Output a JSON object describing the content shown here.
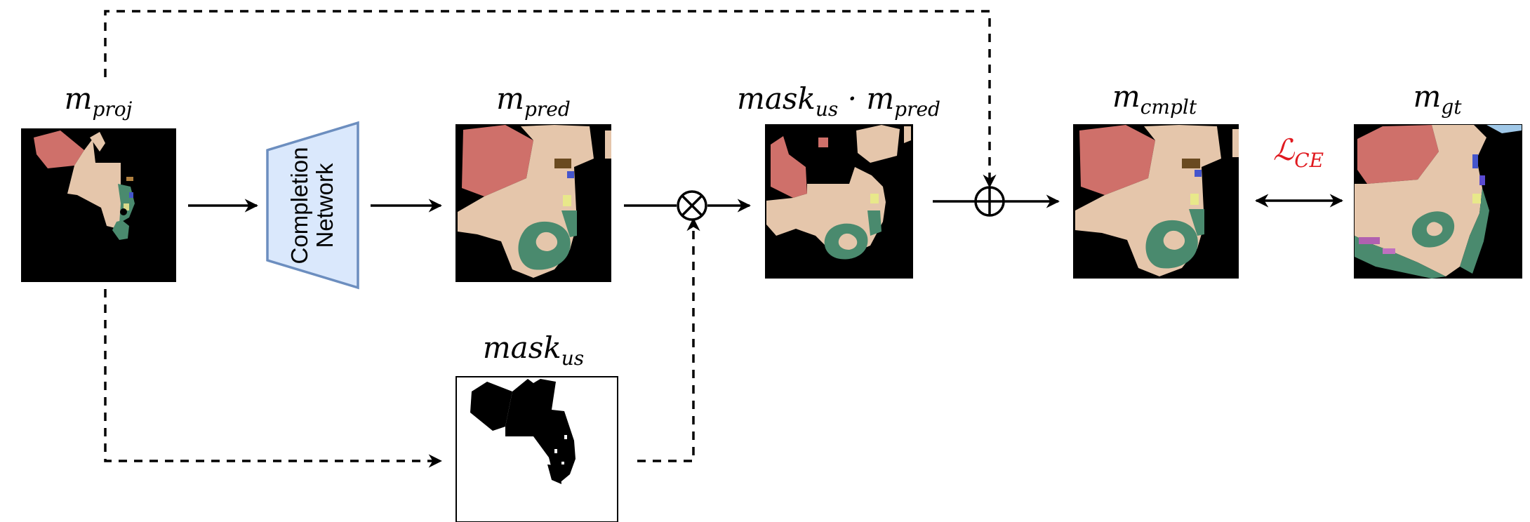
{
  "labels": {
    "m_proj": {
      "base": "m",
      "sub": "proj"
    },
    "m_pred": {
      "base": "m",
      "sub": "pred"
    },
    "mask_pred": {
      "base1": "mask",
      "sub1": "us",
      "dot": " · ",
      "base2": "m",
      "sub2": "pred"
    },
    "m_cmplt": {
      "base": "m",
      "sub": "cmplt"
    },
    "m_gt": {
      "base": "m",
      "sub": "gt"
    },
    "mask_us": {
      "base": "mask",
      "sub": "us"
    },
    "loss": {
      "base": "ℒ",
      "sub": "CE"
    }
  },
  "network": {
    "line1": "Completion",
    "line2": "Network"
  },
  "operators": {
    "multiply": "⊗",
    "add": "⊕"
  },
  "colors": {
    "salmon": "#cf706a",
    "beige": "#e5c6ab",
    "teal": "#4a8a6e",
    "background": "#000000",
    "network_fill": "#dae8fc",
    "network_stroke": "#6c8ebf",
    "loss_red": "#e0191f"
  }
}
